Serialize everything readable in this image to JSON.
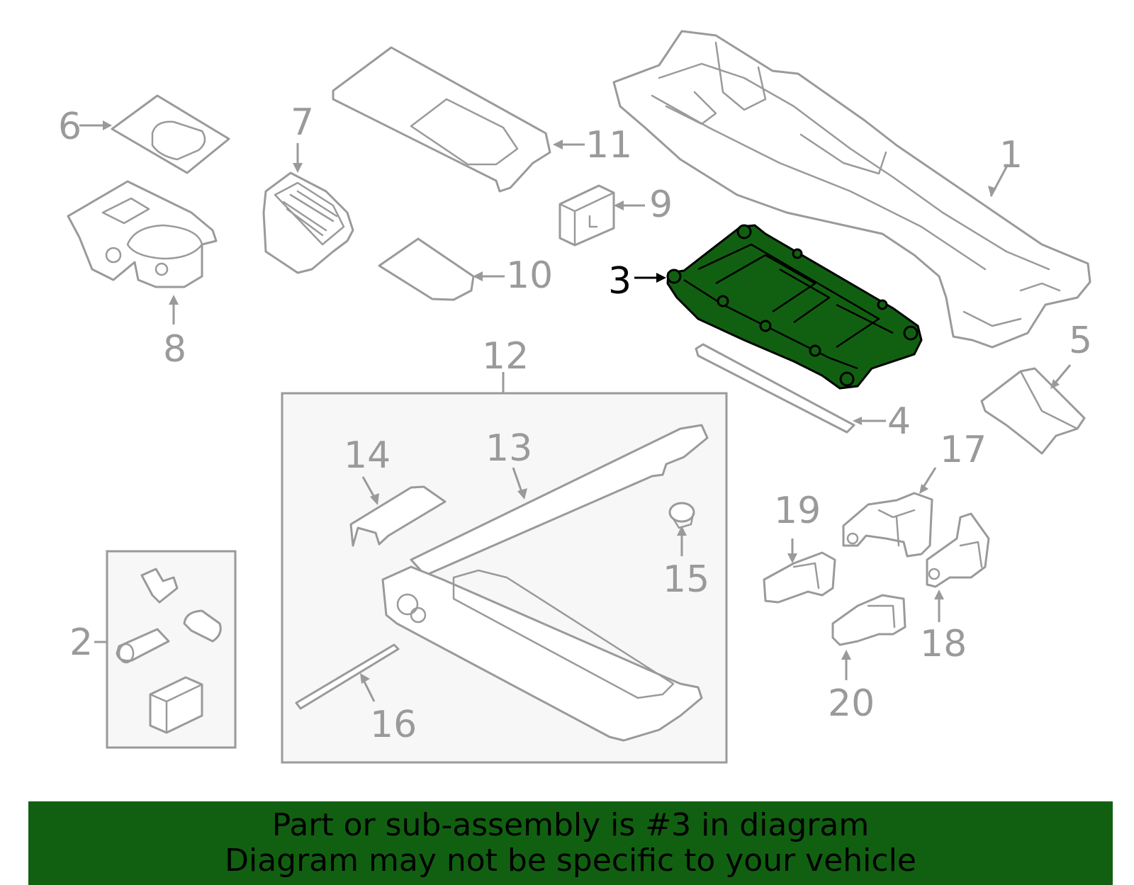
{
  "callouts": {
    "c1": "1",
    "c2": "2",
    "c3": "3",
    "c4": "4",
    "c5": "5",
    "c6": "6",
    "c7": "7",
    "c8": "8",
    "c9": "9",
    "c10": "10",
    "c11": "11",
    "c12": "12",
    "c13": "13",
    "c14": "14",
    "c15": "15",
    "c16": "16",
    "c17": "17",
    "c18": "18",
    "c19": "19",
    "c20": "20"
  },
  "highlighted_part": "3",
  "banner": {
    "line1": "Part or sub-assembly is #3 in diagram",
    "line2": "Diagram may not be specific to your vehicle",
    "background": "#116011",
    "text_color": "#000000"
  },
  "colors": {
    "line_art": "#9a9a9a",
    "highlight_fill": "#116011",
    "box_fill": "#f7f7f7"
  }
}
